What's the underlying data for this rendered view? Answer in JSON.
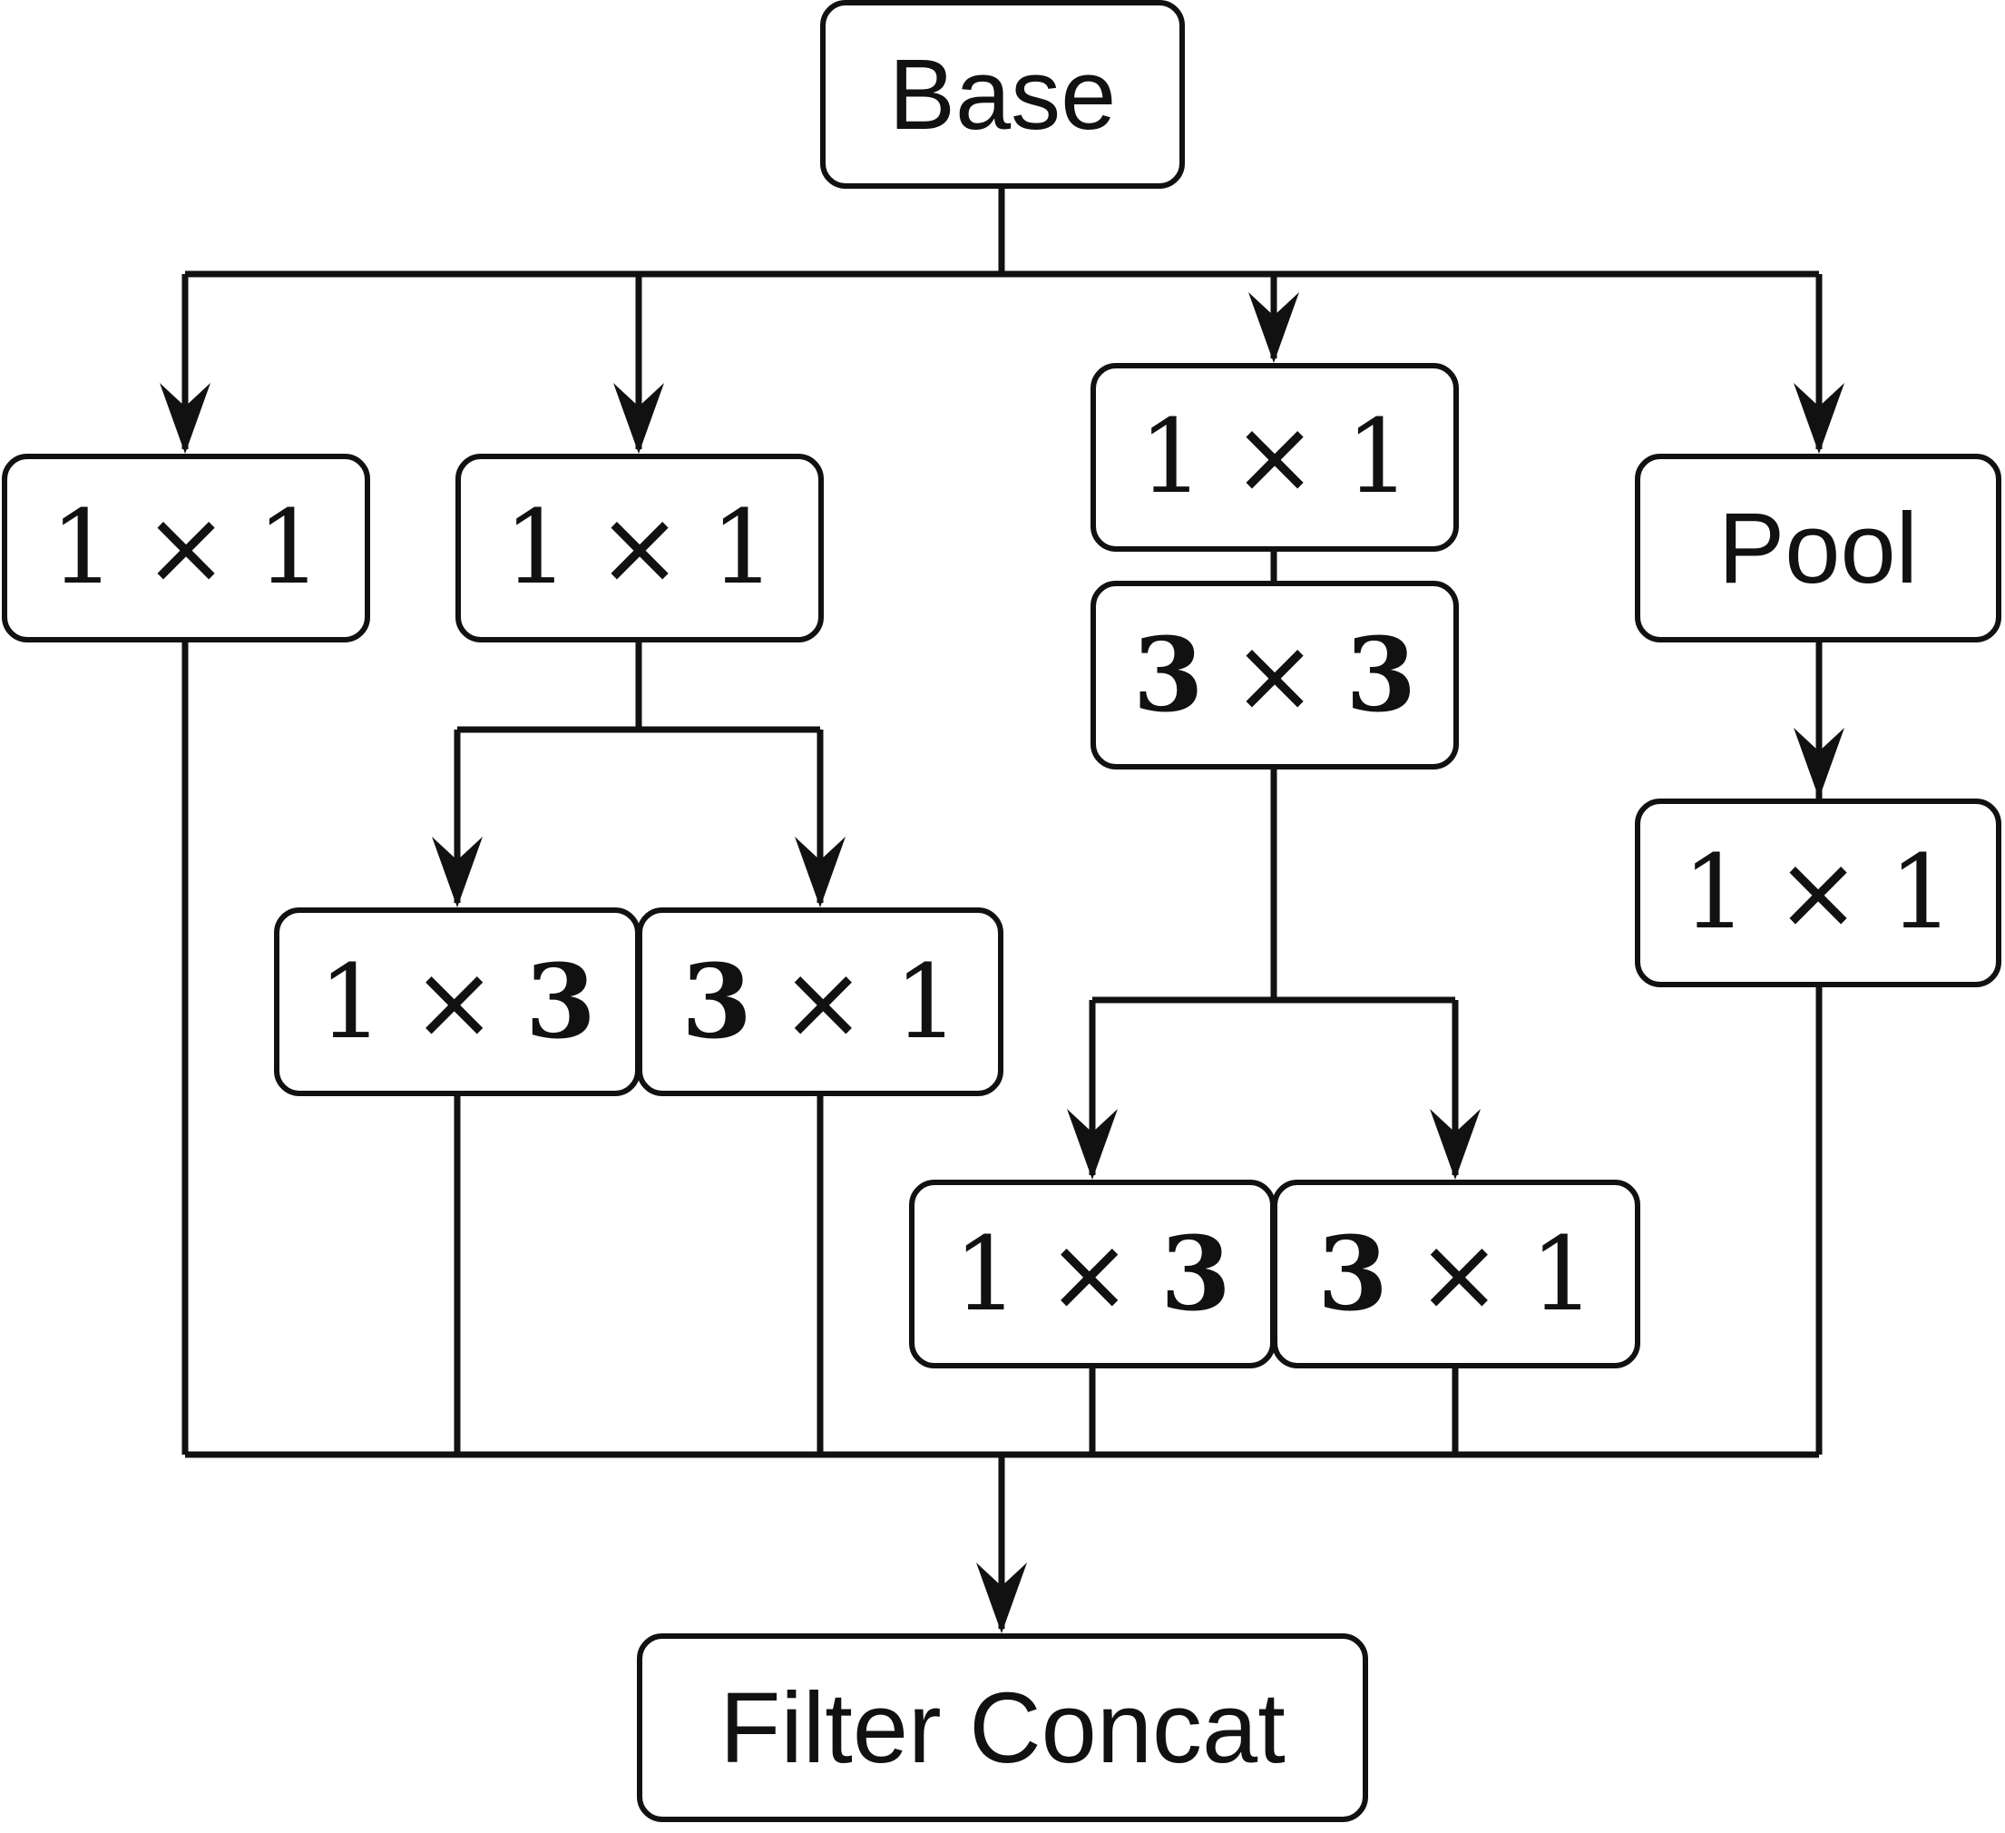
{
  "diagram": {
    "base": "Base",
    "output": "Filter Concat",
    "branch1": {
      "conv": "1 × 1"
    },
    "branch2": {
      "conv": "1 × 1",
      "split_a": "1 × 3",
      "split_b": "3 × 1"
    },
    "branch3": {
      "conv": "1 × 1",
      "conv2": "3 × 3",
      "split_a": "1 × 3",
      "split_b": "3 × 1"
    },
    "branch4": {
      "pool": "Pool",
      "conv": "1 × 1"
    }
  }
}
